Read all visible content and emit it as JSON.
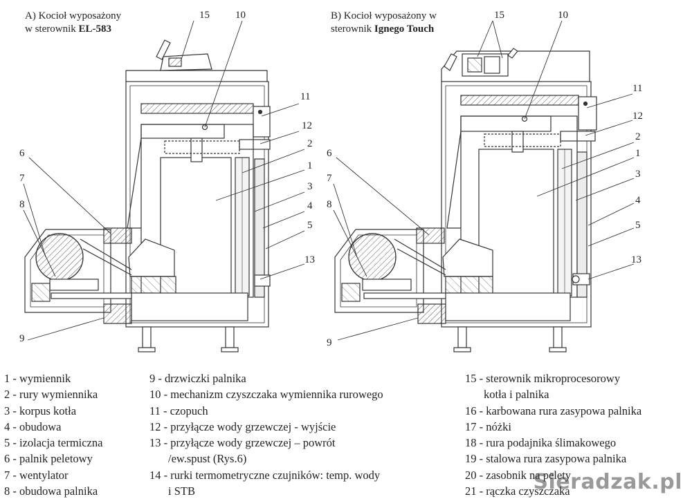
{
  "captions": {
    "a_line1": "A) Kocioł wyposażony",
    "a_line2_prefix": "w sterownik ",
    "a_line2_bold": "EL-583",
    "b_line1": "B) Kocioł wyposażony w",
    "b_line2_prefix": "sterownik ",
    "b_line2_bold": "Ignego Touch"
  },
  "callouts": {
    "n1": "1",
    "n2": "2",
    "n3": "3",
    "n4": "4",
    "n5": "5",
    "n6": "6",
    "n7": "7",
    "n8": "8",
    "n9": "9",
    "n10": "10",
    "n11": "11",
    "n12": "12",
    "n13": "13",
    "n15": "15"
  },
  "legend": {
    "col1": [
      "1 - wymiennik",
      "2 - rury wymiennika",
      "3 - korpus kotła",
      "4 - obudowa",
      "5 - izolacja termiczna",
      "6 - palnik peletowy",
      "7 - wentylator",
      "8 - obudowa palnika"
    ],
    "col2": [
      "9 - drzwiczki palnika",
      "10 - mechanizm czyszczaka wymiennika rurowego",
      "11 - czopuch",
      "12 - przyłącze wody grzewczej - wyjście",
      "13 - przyłącze wody grzewczej – powrót",
      "/ew.spust (Rys.6)",
      "14 - rurki termometryczne czujników: temp. wody",
      "i STB"
    ],
    "col3": [
      "15 - sterownik mikroprocesorowy",
      "kotła i palnika",
      "16 - karbowana rura zasypowa palnika",
      "17 - nóżki",
      "18 - rura podajnika ślimakowego",
      "19 - stalowa rura zasypowa palnika",
      "20 - zasobnik na pelety",
      "21 - rączka czyszczaka"
    ]
  },
  "watermark": "Sieradzak.pl",
  "colors": {
    "line": "#333333",
    "insulation": "#e9e9e9",
    "hatch": "#555555"
  }
}
